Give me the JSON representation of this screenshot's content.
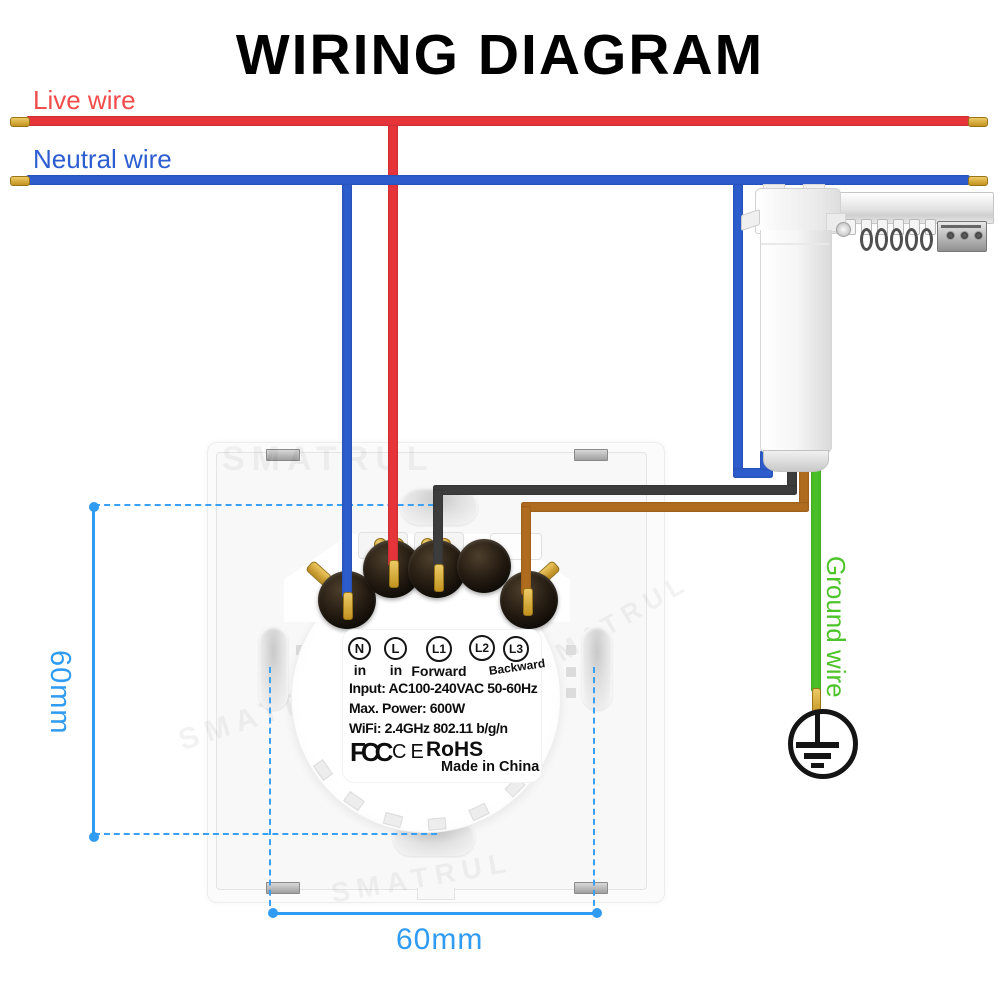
{
  "title": "WIRING DIAGRAM",
  "wires": {
    "live_label": "Live wire",
    "neutral_label": "Neutral wire",
    "ground_label": "Ground wire",
    "colors": {
      "live": "#e6343b",
      "neutral": "#2d5ccd",
      "ground": "#49bf27",
      "motor_signal_black": "#3c3c3c",
      "motor_signal_brown": "#b06c1e",
      "wire_tip_gold": "#d9a72c"
    }
  },
  "dimensions": {
    "height_label": "60mm",
    "width_label": "60mm",
    "accent_color": "#2f9bf2"
  },
  "switch_module": {
    "terminals": {
      "n": {
        "id": "N",
        "sub": "in"
      },
      "l": {
        "id": "L",
        "sub": "in"
      },
      "l1": {
        "id": "L1",
        "sub": "Forward"
      },
      "l2": {
        "id": "L2",
        "sub": ""
      },
      "l3": {
        "id": "L3",
        "sub": "Backward"
      }
    },
    "specs": {
      "input": "Input: AC100-240VAC 50-60Hz",
      "power": "Max. Power: 600W",
      "wifi": "WiFi: 2.4GHz 802.11 b/g/n"
    },
    "certs": {
      "fcc": "FCC",
      "ce": "CE",
      "rohs": "RoHS",
      "origin": "Made in China"
    }
  },
  "watermark": "SMATRUL"
}
